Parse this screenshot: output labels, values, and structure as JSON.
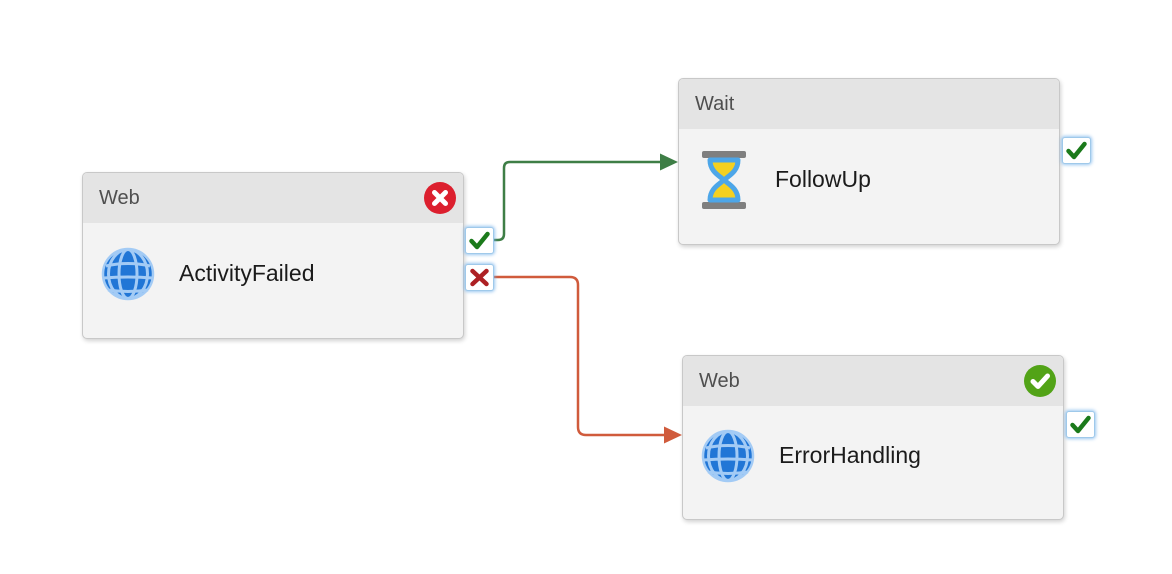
{
  "app": {
    "view_label": "pipeline-canvas"
  },
  "colors": {
    "node_header_bg": "#E4E4E4",
    "node_body_bg": "#F3F3F3",
    "node_border": "#C8C8C8",
    "header_text": "#4F4F4F",
    "label_text": "#1B1B1B",
    "success_green": "#3E7E46",
    "failure_orange": "#D05B3C",
    "status_failed_red": "#DC1F2E",
    "status_succeeded_green": "#52A317",
    "port_border_blue": "#9FC9EA",
    "port_check_green": "#1B7A1B",
    "port_cross_red": "#AD2024",
    "globe_blue": "#2176D6",
    "globe_grid_blue": "#A3CBF5",
    "hourglass_gray": "#7F7F7F",
    "hourglass_blue": "#4DA6E8",
    "hourglass_sand_yellow": "#F5D020"
  },
  "nodes": [
    {
      "type_label": "Web",
      "name": "ActivityFailed",
      "icon": "globe-icon",
      "status": "failed",
      "ports": [
        "on-success",
        "on-failure"
      ]
    },
    {
      "type_label": "Wait",
      "name": "FollowUp",
      "icon": "hourglass-icon",
      "status": "none",
      "ports": [
        "on-success"
      ]
    },
    {
      "type_label": "Web",
      "name": "ErrorHandling",
      "icon": "globe-icon",
      "status": "succeeded",
      "ports": [
        "on-success"
      ]
    }
  ],
  "connections": [
    {
      "from": "ActivityFailed",
      "port": "on-success",
      "to": "FollowUp",
      "color": "#3E7E46"
    },
    {
      "from": "ActivityFailed",
      "port": "on-failure",
      "to": "ErrorHandling",
      "color": "#D05B3C"
    }
  ]
}
